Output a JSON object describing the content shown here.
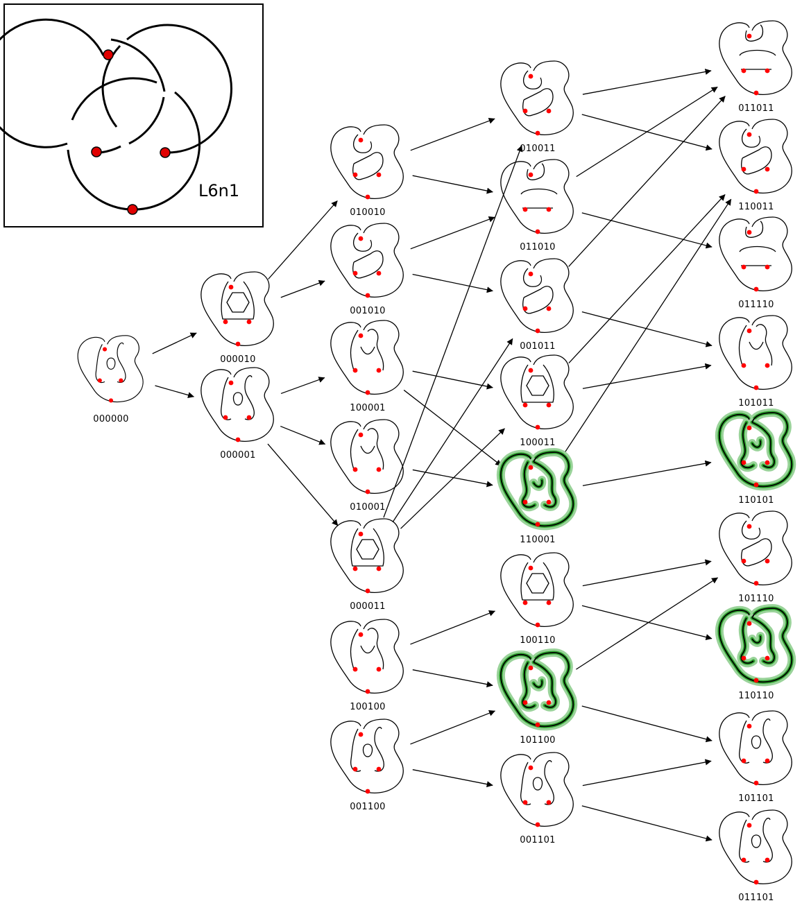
{
  "link": {
    "name": "L6n1",
    "colors": {
      "crossing_dot": "#ff0000",
      "highlight": "#2ea52e",
      "highlight_glow": "#9ad39a",
      "ink": "#000000"
    }
  },
  "nodes": [
    {
      "id": "n000000",
      "label": "000000",
      "shape": "A",
      "highlighted": false
    },
    {
      "id": "n000010",
      "label": "000010",
      "shape": "B",
      "highlighted": false
    },
    {
      "id": "n000001",
      "label": "000001",
      "shape": "A",
      "highlighted": false
    },
    {
      "id": "n010010",
      "label": "010010",
      "shape": "C",
      "highlighted": false
    },
    {
      "id": "n001010",
      "label": "001010",
      "shape": "C",
      "highlighted": false
    },
    {
      "id": "n100001",
      "label": "100001",
      "shape": "D",
      "highlighted": false
    },
    {
      "id": "n010001",
      "label": "010001",
      "shape": "D",
      "highlighted": false
    },
    {
      "id": "n000011",
      "label": "000011",
      "shape": "B",
      "highlighted": false
    },
    {
      "id": "n100100",
      "label": "100100",
      "shape": "D",
      "highlighted": false
    },
    {
      "id": "n001100",
      "label": "001100",
      "shape": "A",
      "highlighted": false
    },
    {
      "id": "n010011",
      "label": "010011",
      "shape": "C",
      "highlighted": false
    },
    {
      "id": "n011010",
      "label": "011010",
      "shape": "E",
      "highlighted": false
    },
    {
      "id": "n001011",
      "label": "001011",
      "shape": "C",
      "highlighted": false
    },
    {
      "id": "n100011",
      "label": "100011",
      "shape": "B",
      "highlighted": false
    },
    {
      "id": "n110001",
      "label": "110001",
      "shape": "F",
      "highlighted": true
    },
    {
      "id": "n100110",
      "label": "100110",
      "shape": "B",
      "highlighted": false
    },
    {
      "id": "n101100",
      "label": "101100",
      "shape": "F",
      "highlighted": true
    },
    {
      "id": "n001101",
      "label": "001101",
      "shape": "A",
      "highlighted": false
    },
    {
      "id": "n011011",
      "label": "011011",
      "shape": "E",
      "highlighted": false
    },
    {
      "id": "n110011",
      "label": "110011",
      "shape": "C",
      "highlighted": false
    },
    {
      "id": "n011110",
      "label": "011110",
      "shape": "E",
      "highlighted": false
    },
    {
      "id": "n101011",
      "label": "101011",
      "shape": "D",
      "highlighted": false
    },
    {
      "id": "n110101",
      "label": "110101",
      "shape": "F",
      "highlighted": true
    },
    {
      "id": "n101110",
      "label": "101110",
      "shape": "C",
      "highlighted": false
    },
    {
      "id": "n110110",
      "label": "110110",
      "shape": "F",
      "highlighted": true
    },
    {
      "id": "n101101",
      "label": "101101",
      "shape": "A",
      "highlighted": false
    },
    {
      "id": "n011101",
      "label": "011101",
      "shape": "A",
      "highlighted": false
    }
  ],
  "edges": [
    [
      "n000000",
      "n000010"
    ],
    [
      "n000000",
      "n000001"
    ],
    [
      "n000010",
      "n010010"
    ],
    [
      "n000010",
      "n001010"
    ],
    [
      "n000001",
      "n100001"
    ],
    [
      "n000001",
      "n010001"
    ],
    [
      "n000001",
      "n000011"
    ],
    [
      "n010010",
      "n010011"
    ],
    [
      "n010010",
      "n011010"
    ],
    [
      "n001010",
      "n011010"
    ],
    [
      "n001010",
      "n001011"
    ],
    [
      "n100001",
      "n100011"
    ],
    [
      "n100001",
      "n110001"
    ],
    [
      "n010001",
      "n110001"
    ],
    [
      "n000011",
      "n010011"
    ],
    [
      "n000011",
      "n001011"
    ],
    [
      "n000011",
      "n100011"
    ],
    [
      "n100100",
      "n100110"
    ],
    [
      "n100100",
      "n101100"
    ],
    [
      "n001100",
      "n101100"
    ],
    [
      "n001100",
      "n001101"
    ],
    [
      "n010011",
      "n011011"
    ],
    [
      "n010011",
      "n110011"
    ],
    [
      "n011010",
      "n011011"
    ],
    [
      "n011010",
      "n011110"
    ],
    [
      "n001011",
      "n011011"
    ],
    [
      "n001011",
      "n101011"
    ],
    [
      "n100011",
      "n110011"
    ],
    [
      "n100011",
      "n101011"
    ],
    [
      "n110001",
      "n110101"
    ],
    [
      "n110001",
      "n110011"
    ],
    [
      "n100110",
      "n101110"
    ],
    [
      "n100110",
      "n110110"
    ],
    [
      "n101100",
      "n101110"
    ],
    [
      "n101100",
      "n101101"
    ],
    [
      "n001101",
      "n101101"
    ],
    [
      "n001101",
      "n011101"
    ]
  ]
}
